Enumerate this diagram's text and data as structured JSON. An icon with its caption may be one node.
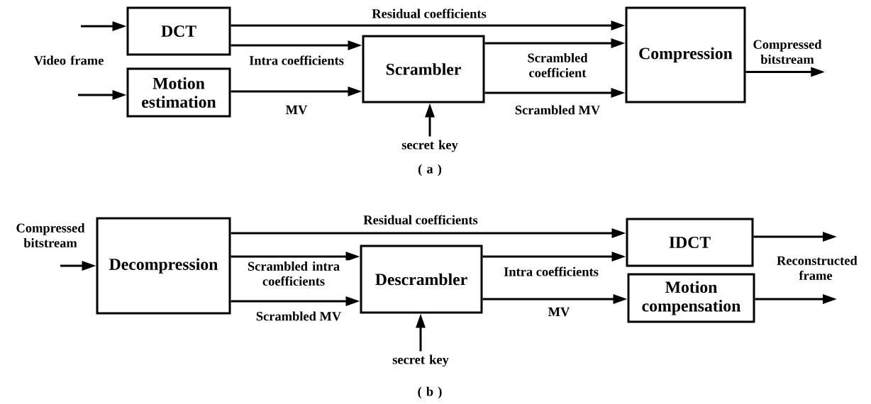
{
  "diagram": {
    "nodes": [
      {
        "text": [
          "DCT"
        ]
      },
      {
        "text": [
          "Motion estimation"
        ]
      },
      {
        "text": [
          "Scrambler"
        ]
      },
      {
        "text": [
          "Compression"
        ]
      },
      {
        "text": [
          "Compressed bitstream"
        ]
      },
      {
        "text": [
          "secret key"
        ]
      },
      {
        "text": [
          "Decompression"
        ]
      },
      {
        "text": [
          "Descrambler"
        ]
      },
      {
        "text": [
          "IDCT"
        ]
      },
      {
        "text": [
          "Motion compensation"
        ]
      },
      {
        "text": [
          "secret key"
        ]
      }
    ],
    "edges": [
      {
        "from": null,
        "to": 0,
        "arrow": "to"
      },
      {
        "from": null,
        "to": 1,
        "arrow": "to"
      },
      {
        "from": 0,
        "to": 3,
        "arrow": "to",
        "label": "Residual  coefficients"
      },
      {
        "from": 0,
        "to": 2,
        "arrow": "to",
        "label": "Intra coefficients"
      },
      {
        "from": 1,
        "to": 2,
        "arrow": "to",
        "label": "MV"
      },
      {
        "from": 2,
        "to": 3,
        "arrow": "to",
        "label": "Scrambled coefficient"
      },
      {
        "from": 2,
        "to": 3,
        "arrow": "to",
        "label": "Scrambled MV"
      },
      {
        "from": 5,
        "to": 2,
        "arrow": "to"
      },
      {
        "from": 3,
        "to": 4,
        "arrow": "to"
      },
      {
        "from": null,
        "to": 6,
        "arrow": "to"
      },
      {
        "from": 6,
        "to": 8,
        "arrow": "to",
        "label": "Residual coefficients"
      },
      {
        "from": 6,
        "to": 7,
        "arrow": "to",
        "label": "Scrambled intra coefficients"
      },
      {
        "from": 6,
        "to": 7,
        "arrow": "to",
        "label": "Scrambled MV"
      },
      {
        "from": 7,
        "to": 8,
        "arrow": "to",
        "label": "Intra coefficients"
      },
      {
        "from": 7,
        "to": 9,
        "arrow": "to",
        "label": "MV"
      },
      {
        "from": 10,
        "to": 7,
        "arrow": "to"
      },
      {
        "from": 8,
        "to": null,
        "arrow": "to"
      },
      {
        "from": 9,
        "to": null,
        "arrow": "to"
      }
    ],
    "labels": [
      "Video frame",
      "( a )",
      "Compressed bitstream",
      "Reconstructed frame",
      "( b )"
    ]
  }
}
